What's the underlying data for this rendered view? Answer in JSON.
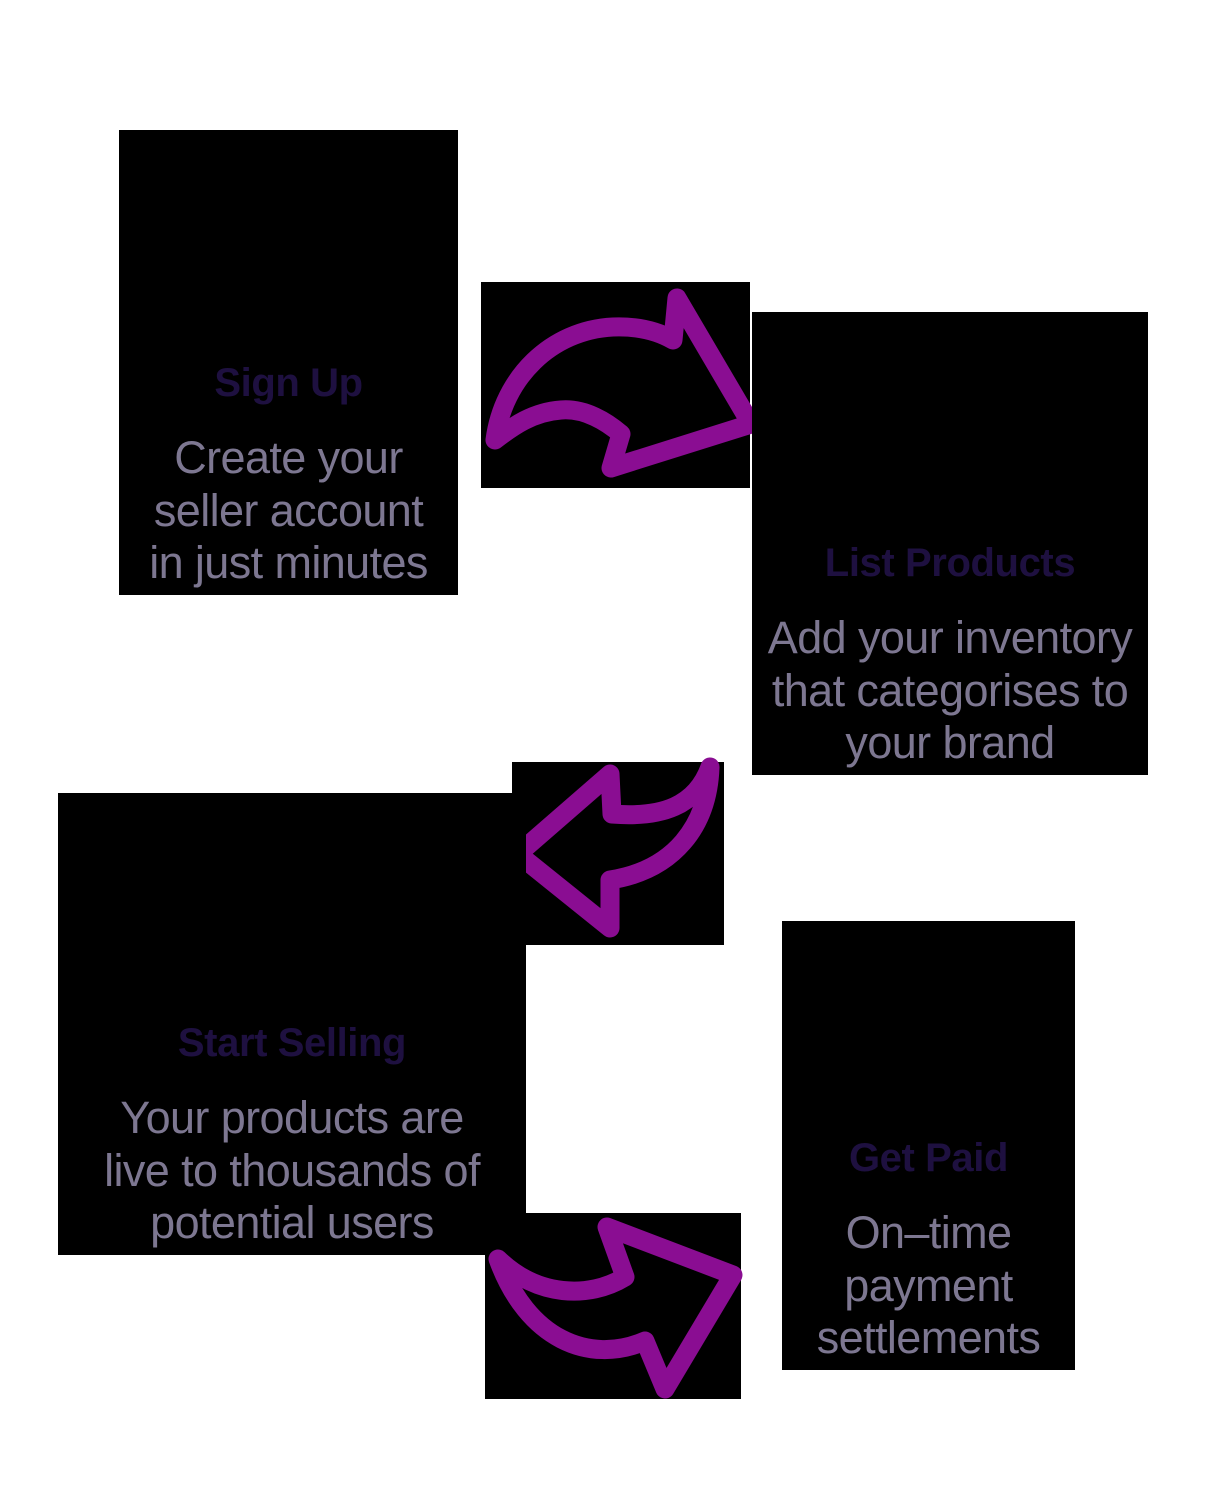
{
  "page": {
    "background_color": "#ffffff",
    "accent_color": "#8A0D92",
    "title_color": "#1E1040",
    "body_text_color": "#7D7791",
    "block_color": "#000000"
  },
  "steps": [
    {
      "id": "sign-up",
      "order": 1,
      "title": "Sign Up",
      "description": "Create your seller account in just minutes",
      "description_lines": [
        "Create your",
        "seller account",
        "in just minutes"
      ]
    },
    {
      "id": "list-products",
      "order": 2,
      "title": "List Products",
      "description": "Add your inventory that categorises to your brand",
      "description_lines": [
        "Add your inventory",
        "that categorises to",
        "your brand"
      ]
    },
    {
      "id": "start-selling",
      "order": 3,
      "title": "Start Selling",
      "description": "Your products are live to thousands of potential users",
      "description_lines": [
        "Your products are",
        "live to thousands of",
        "potential users"
      ]
    },
    {
      "id": "get-paid",
      "order": 4,
      "title": "Get Paid",
      "description": "On-time payment settlements",
      "description_lines": [
        "On–time",
        "payment",
        "settlements"
      ]
    }
  ],
  "connectors": [
    {
      "id": "connector-1",
      "icon": "curved-arrow-right-icon",
      "direction": "right",
      "from": "sign-up",
      "to": "list-products",
      "color": "#8A0D92"
    },
    {
      "id": "connector-2",
      "icon": "curved-arrow-left-icon",
      "direction": "left",
      "from": "list-products",
      "to": "start-selling",
      "color": "#8A0D92"
    },
    {
      "id": "connector-3",
      "icon": "curved-arrow-right-down-icon",
      "direction": "right",
      "from": "start-selling",
      "to": "get-paid",
      "color": "#8A0D92"
    }
  ]
}
